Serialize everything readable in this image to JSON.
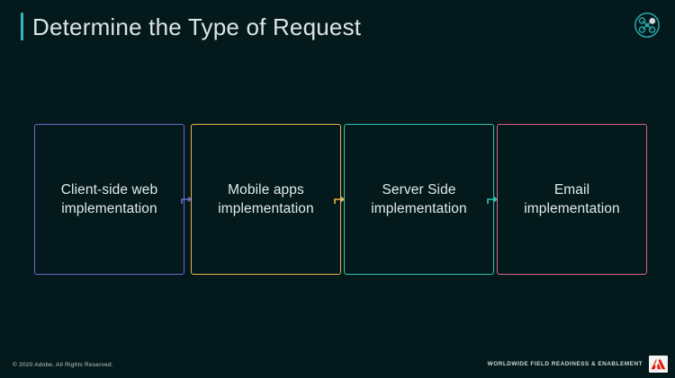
{
  "slide": {
    "background_color": "#03191b",
    "accent_color": "#34b8bc"
  },
  "header": {
    "title": "Determine the Type of Request",
    "accent_bar_color": "#34b8bc",
    "brand_icon": "network-nodes-circle-icon"
  },
  "flow": {
    "boxes": [
      {
        "label": "Client-side web implementation",
        "color": "#6a6ad0"
      },
      {
        "label": "Mobile apps implementation",
        "color": "#e8b44a"
      },
      {
        "label": "Server Side implementation",
        "color": "#2fc4b2"
      },
      {
        "label": "Email implementation",
        "color": "#e0628b"
      }
    ],
    "arrows": [
      {
        "color": "#6a6ad0",
        "icon": "arrow-right-icon"
      },
      {
        "color": "#e8b44a",
        "icon": "arrow-right-icon"
      },
      {
        "color": "#2fc4b2",
        "icon": "arrow-right-icon"
      }
    ]
  },
  "footer": {
    "copyright": "© 2020 Adobe. All Rights Reserved.",
    "tagline": "WORLDWIDE FIELD READINESS & ENABLEMENT",
    "logo": "adobe-logo",
    "logo_mark_color": "#eb1000"
  }
}
